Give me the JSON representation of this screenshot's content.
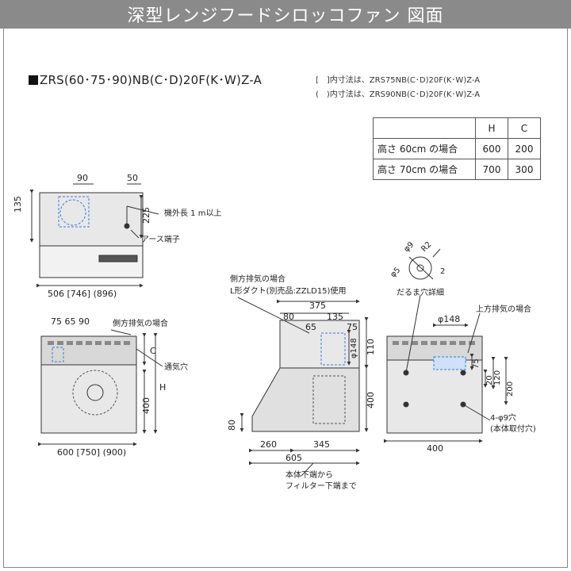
{
  "header": {
    "title": "深型レンジフードシロッコファン 図面"
  },
  "model": {
    "code": "ZRS(60･75･90)NB(C･D)20F(K･W)Z-A"
  },
  "notes": [
    "[　]内寸法は、ZRS75NB(C･D)20F(K･W)Z-A",
    "(　)内寸法は、ZRS90NB(C･D)20F(K･W)Z-A"
  ],
  "spec_table": {
    "headers": [
      "",
      "H",
      "C"
    ],
    "rows": [
      [
        "高さ 60cm の場合",
        "600",
        "200"
      ],
      [
        "高さ 70cm の場合",
        "700",
        "300"
      ]
    ]
  },
  "top_view": {
    "dim_left": "135",
    "dim_90": "90",
    "dim_50": "50",
    "dim_225": "225",
    "dim_width": "506 [746] (896)",
    "cord_label": "機外長 1 m以上",
    "ground_label": "アース端子"
  },
  "front_view": {
    "dims_top": "75 65 90",
    "side_exhaust_label": "側方排気の場合",
    "c_label": "C",
    "h_label": "H",
    "dim_400": "400",
    "vent_label": "通気穴",
    "dim_width": "600 [750] (900)"
  },
  "side_view": {
    "side_exhaust_label": "側方排気の場合",
    "duct_label": "L形ダクト(別売品:ZZLD15)使用",
    "dim_375": "375",
    "dim_80": "80",
    "dim_135": "135",
    "dim_65": "65",
    "dim_75": "75",
    "dim_148": "φ148",
    "dim_110": "110",
    "dim_400": "400",
    "dim_80b": "80",
    "dim_260": "260",
    "dim_345": "345",
    "dim_605": "605",
    "bottom_note_1": "本体下端から",
    "bottom_note_2": "フィルター下端まで"
  },
  "back_view": {
    "detail_label": "だるま穴詳細",
    "r_label": "R2",
    "phi5": "φ5",
    "phi9": "φ9",
    "dim_2": "2",
    "top_exhaust_label": "上方排気の場合",
    "dim_148": "φ148",
    "dim_75": "75",
    "dim_20": "20",
    "dim_120": "120",
    "dim_200": "200",
    "holes_label": "4-φ9穴",
    "holes_sub": "(本体取付穴)",
    "dim_400": "400"
  }
}
